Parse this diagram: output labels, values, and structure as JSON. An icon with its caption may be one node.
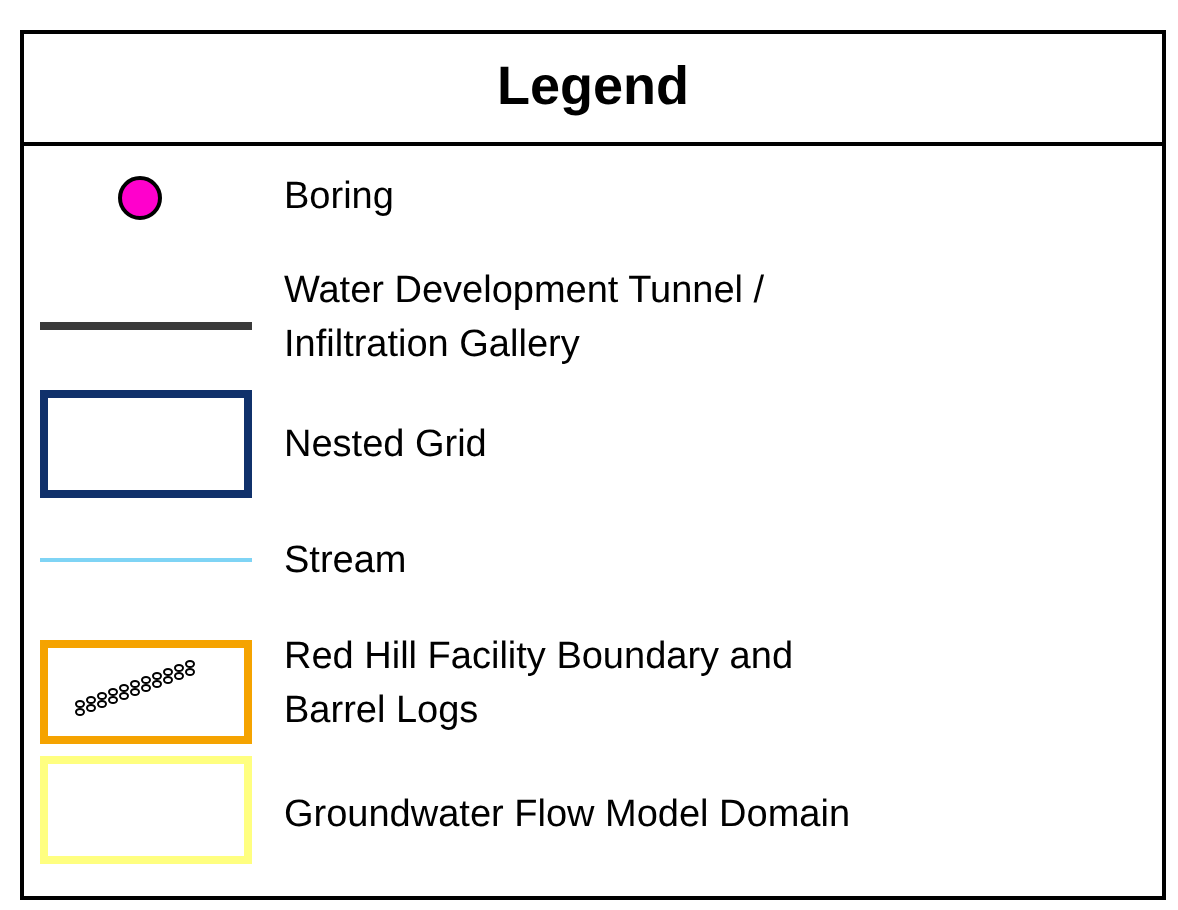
{
  "diagram": {
    "title": "Legend",
    "legend": [
      {
        "text": "Boring"
      },
      {
        "text": "Water Development Tunnel / Infiltration Gallery"
      },
      {
        "text": "Nested Grid"
      },
      {
        "text": "Stream"
      },
      {
        "text": "Red Hill Facility Boundary and Barrel Logs"
      },
      {
        "text": "Groundwater Flow Model Domain"
      }
    ]
  }
}
